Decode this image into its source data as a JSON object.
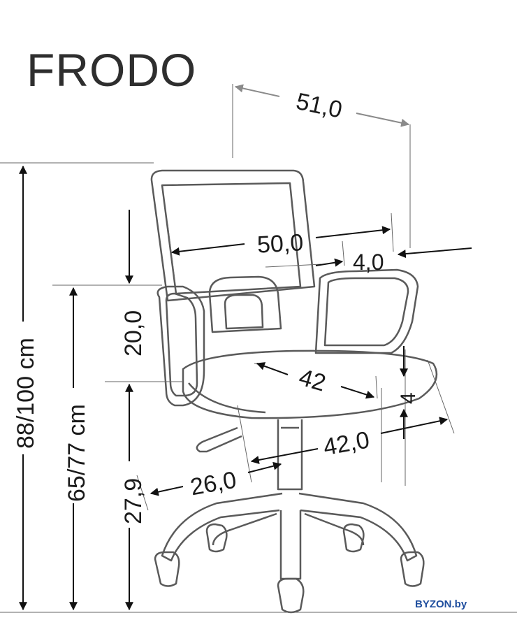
{
  "title": "FRODO",
  "brand": "BYZON.by",
  "dimensions": {
    "seat_depth_total": "51,0",
    "back_width": "50,0",
    "back_thickness": "4,0",
    "seat_width": "42",
    "seat_thickness": "4",
    "seat_depth": "42,0",
    "arm_height_gap": "26,0",
    "backrest_height": "20,0",
    "seat_height_base": "27,9",
    "seat_height_range": "65/77 cm",
    "total_height_range": "88/100 cm"
  },
  "colors": {
    "line": "#555555",
    "arrow": "#111111",
    "arrow_grey": "#8a8a8a",
    "brand": "#1f4e9e"
  }
}
